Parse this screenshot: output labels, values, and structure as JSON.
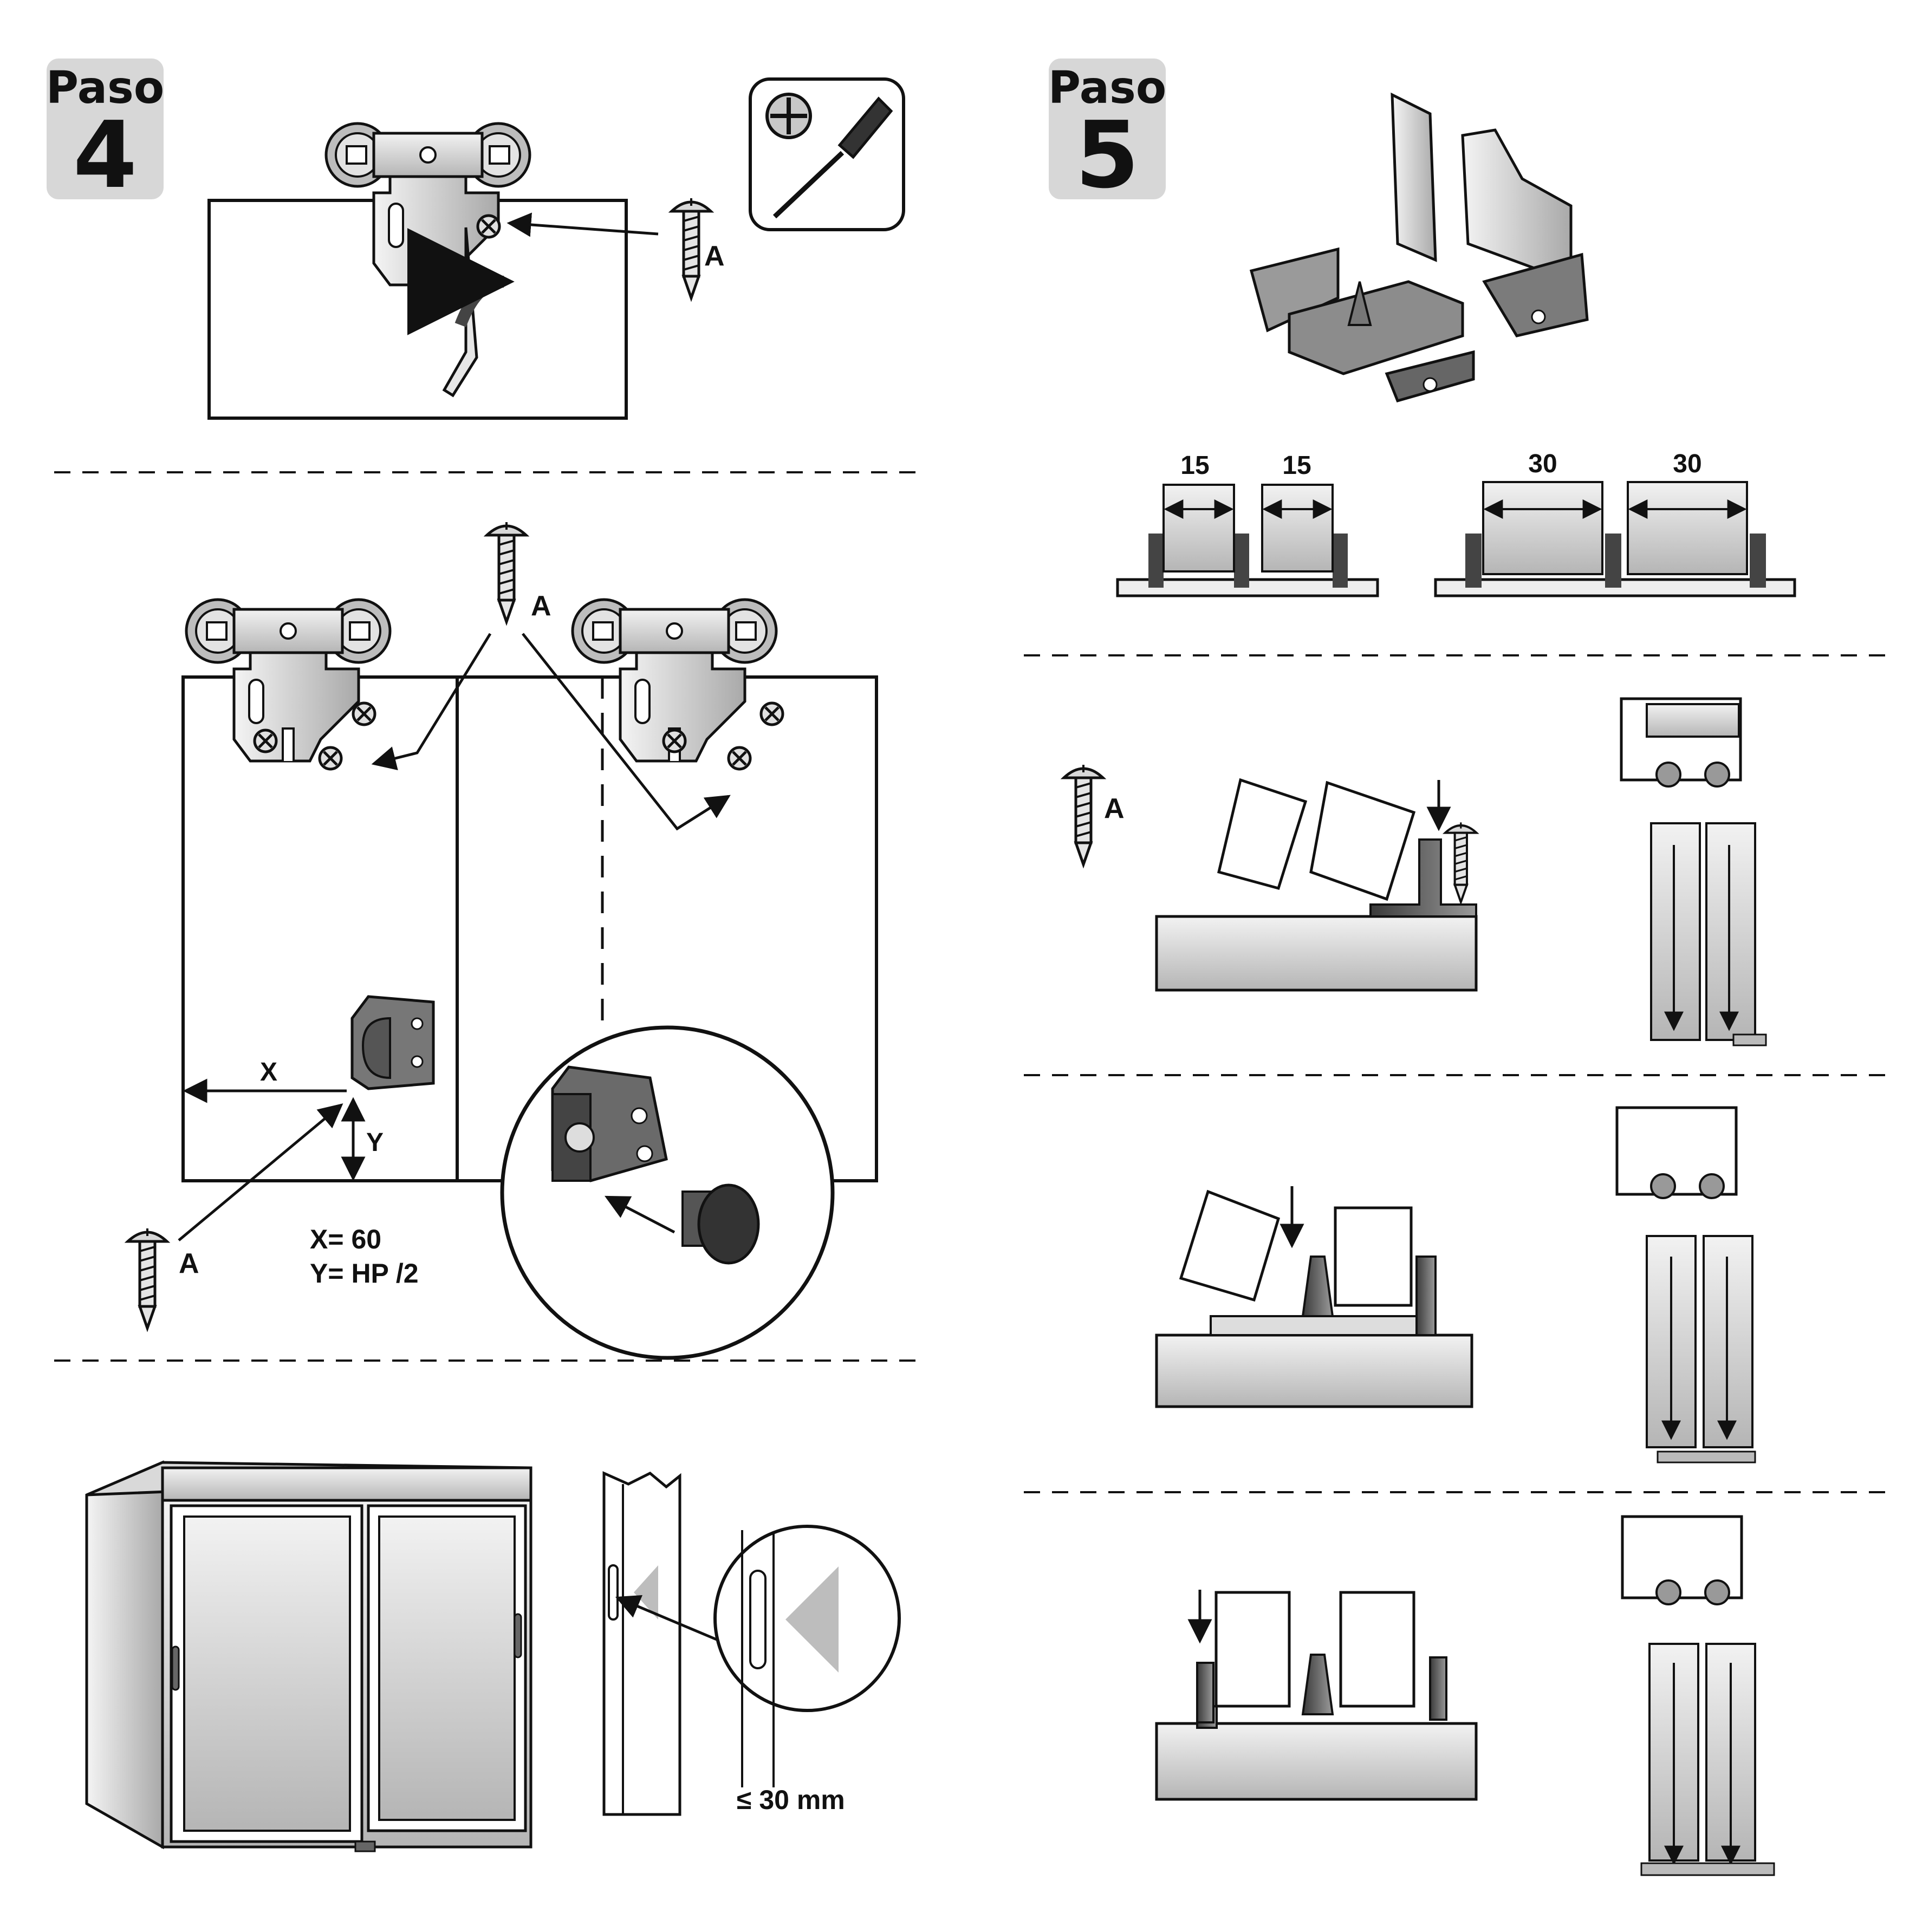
{
  "colors": {
    "ink": "#111111",
    "badge_bg": "#d7d7d7",
    "metal_light": "#e6e6e6",
    "metal_mid": "#b9b9b9",
    "metal_dark": "#555555",
    "panel_fill": "#ffffff",
    "triangle_fill": "#bdbdbd"
  },
  "icons": [
    "phillips-screwdriver-icon",
    "screw-icon",
    "phillips-head-icon"
  ],
  "step4": {
    "badge_word": "Paso",
    "badge_number": "4",
    "screw_label": "A",
    "x_label": "X",
    "y_label": "Y",
    "formula_x": "X= 60",
    "formula_y": "Y= HP /2",
    "gap_label": "≤ 30 mm"
  },
  "step5": {
    "badge_word": "Paso",
    "badge_number": "5",
    "screw_label": "A",
    "dim_15_a": "15",
    "dim_15_b": "15",
    "dim_30_a": "30",
    "dim_30_b": "30"
  }
}
